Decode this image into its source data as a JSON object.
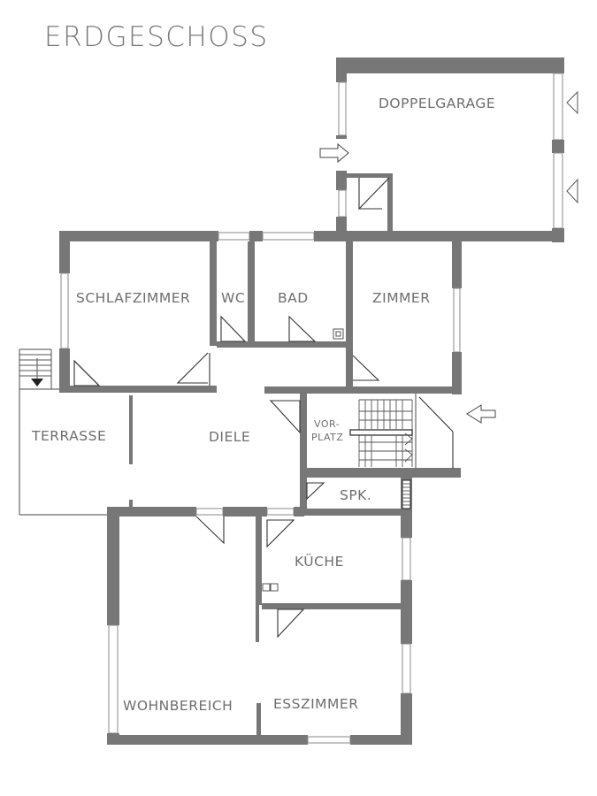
{
  "title": "ERDGESCHOSS",
  "rooms": {
    "doppelgarage": "DOPPELGARAGE",
    "schlafzimmer": "SCHLAFZIMMER",
    "wc": "WC",
    "bad": "BAD",
    "zimmer": "ZIMMER",
    "terrasse": "TERRASSE",
    "diele": "DIELE",
    "vorplatz_1": "VOR-",
    "vorplatz_2": "PLATZ",
    "spk": "SPK.",
    "kueche": "KÜCHE",
    "wohnbereich": "WOHNBEREICH",
    "esszimmer": "ESSZIMMER"
  },
  "colors": {
    "wall": "#777777",
    "text": "#6e6e6e",
    "background": "#ffffff"
  }
}
